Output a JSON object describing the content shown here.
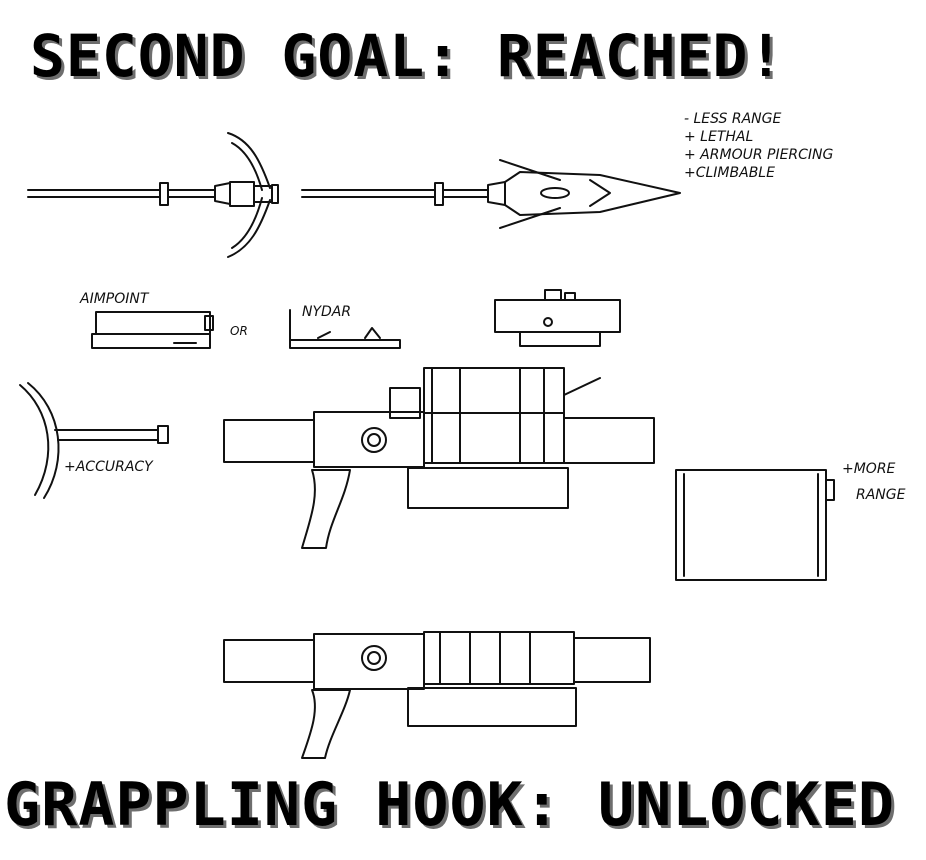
{
  "banner": {
    "top": "SECOND GOAL: REACHED!",
    "bottom": "GRAPPLING HOOK: UNLOCKED"
  },
  "annotations": {
    "arrow_head_notes": [
      "- LESS RANGE",
      "+ LETHAL",
      "+ ARMOUR PIERCING",
      "+CLIMBABLE"
    ],
    "aimpoint": "AIMPOINT",
    "or": "OR",
    "nydar": "NYDAR",
    "accuracy": "+ACCURACY",
    "more_range_1": "+MORE",
    "more_range_2": "RANGE"
  },
  "colors": {
    "ink": "#000000",
    "shadow": "#6e6e6e",
    "background": "#ffffff"
  }
}
